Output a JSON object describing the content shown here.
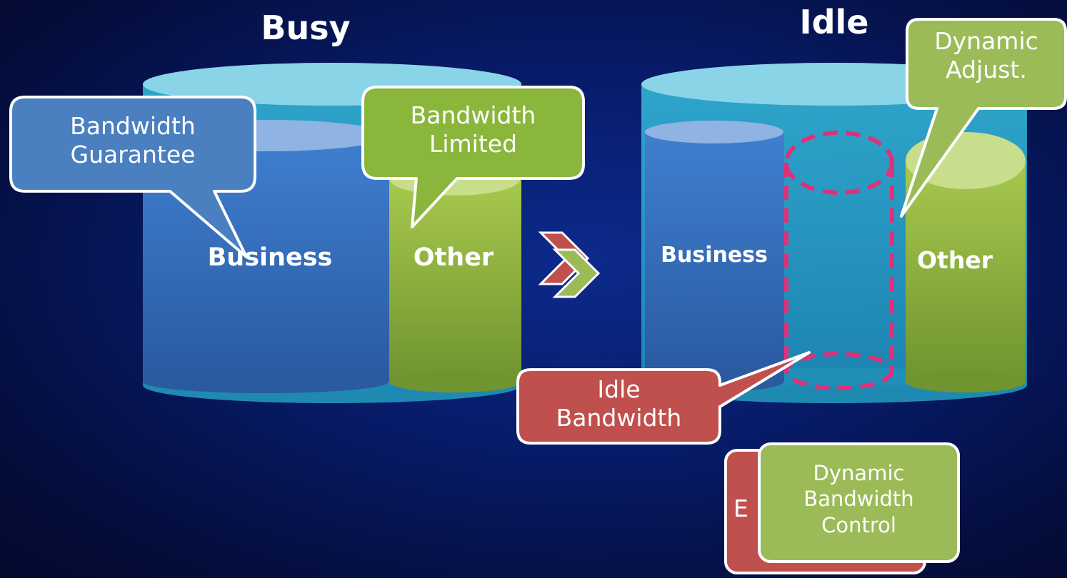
{
  "headings": {
    "busy": "Busy",
    "idle": "Idle"
  },
  "busy": {
    "business_label": "Business",
    "other_label": "Other"
  },
  "idle": {
    "business_label": "Business",
    "other_label": "Other"
  },
  "callouts": {
    "bandwidth_guarantee": [
      "Bandwidth",
      "Guarantee"
    ],
    "bandwidth_limited": [
      "Bandwidth",
      "Limited"
    ],
    "dynamic_adjust": [
      "Dynamic",
      "Adjust."
    ],
    "idle_bandwidth": [
      "Idle",
      "Bandwidth"
    ],
    "dynamic_bandwidth_control": [
      "Dynamic",
      "Bandwidth",
      "Control"
    ],
    "hidden_box_letter": "E"
  },
  "colors": {
    "tank_top": "#7fcfe6",
    "tank_body": "#2aa6c9",
    "business_blue": "#3a6fbf",
    "other_green": "#9bbb4a",
    "callout_blue": "#4a7fc0",
    "callout_green": "#8ab63c",
    "callout_red": "#c0504d",
    "dashed_pink": "#e0307a",
    "arrow_red": "#c0504d",
    "arrow_green": "#9bbb59"
  }
}
